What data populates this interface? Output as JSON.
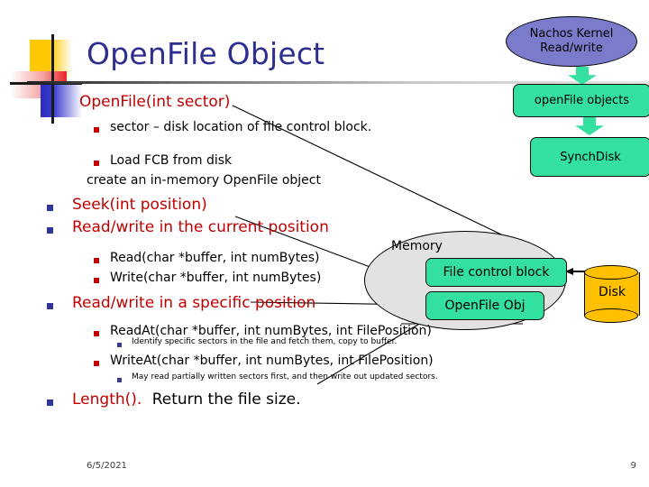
{
  "slide": {
    "title": "OpenFile Object",
    "footer": {
      "date": "6/5/2021",
      "page": "9"
    }
  },
  "content": {
    "l1_openfile": "OpenFile(int sector)",
    "l2_sector": "sector – disk location of file control block.",
    "l2_loadfcb": "Load FCB from disk",
    "l2_create": "create an in-memory OpenFile object",
    "l1_seek": "Seek(int position)",
    "l1_rw_current": "Read/write in the current position",
    "l2_read": "Read(char *buffer, int numBytes)",
    "l2_write": "Write(char *buffer, int numBytes)",
    "l1_rw_specific": "Read/write in a specific position",
    "l2_readat": "ReadAt(char *buffer, int numBytes, int FilePosition)",
    "l3_readat_note": "Identify specific sectors in the file and fetch them, copy to buffer.",
    "l2_writeat": "WriteAt(char *buffer, int numBytes, int FilePosition)",
    "l3_writeat_note": "May  read partially written sectors first, and then write out updated sectors.",
    "l1_length_red": "Length().",
    "l1_length_black": "Return the file size."
  },
  "diagram": {
    "kernel_line1": "Nachos Kernel",
    "kernel_line2": "Read/write",
    "openfile_objects": "openFile objects",
    "synchdisk": "SynchDisk",
    "memory": "Memory",
    "file_control_block": "File control block",
    "openfile_obj": "OpenFile Obj",
    "disk": "Disk"
  },
  "colors": {
    "title": "#2E2E8F",
    "heading_red": "#C00000",
    "green_box": "#33E0A0",
    "kernel_ellipse": "#7B7BCC",
    "memory_ellipse": "#E2E2E2",
    "disk_yellow": "#FFC000",
    "bullet_level1": "#3333A0",
    "bullet_level2": "#C00000",
    "bullet_level3": "#3A3A8C"
  }
}
